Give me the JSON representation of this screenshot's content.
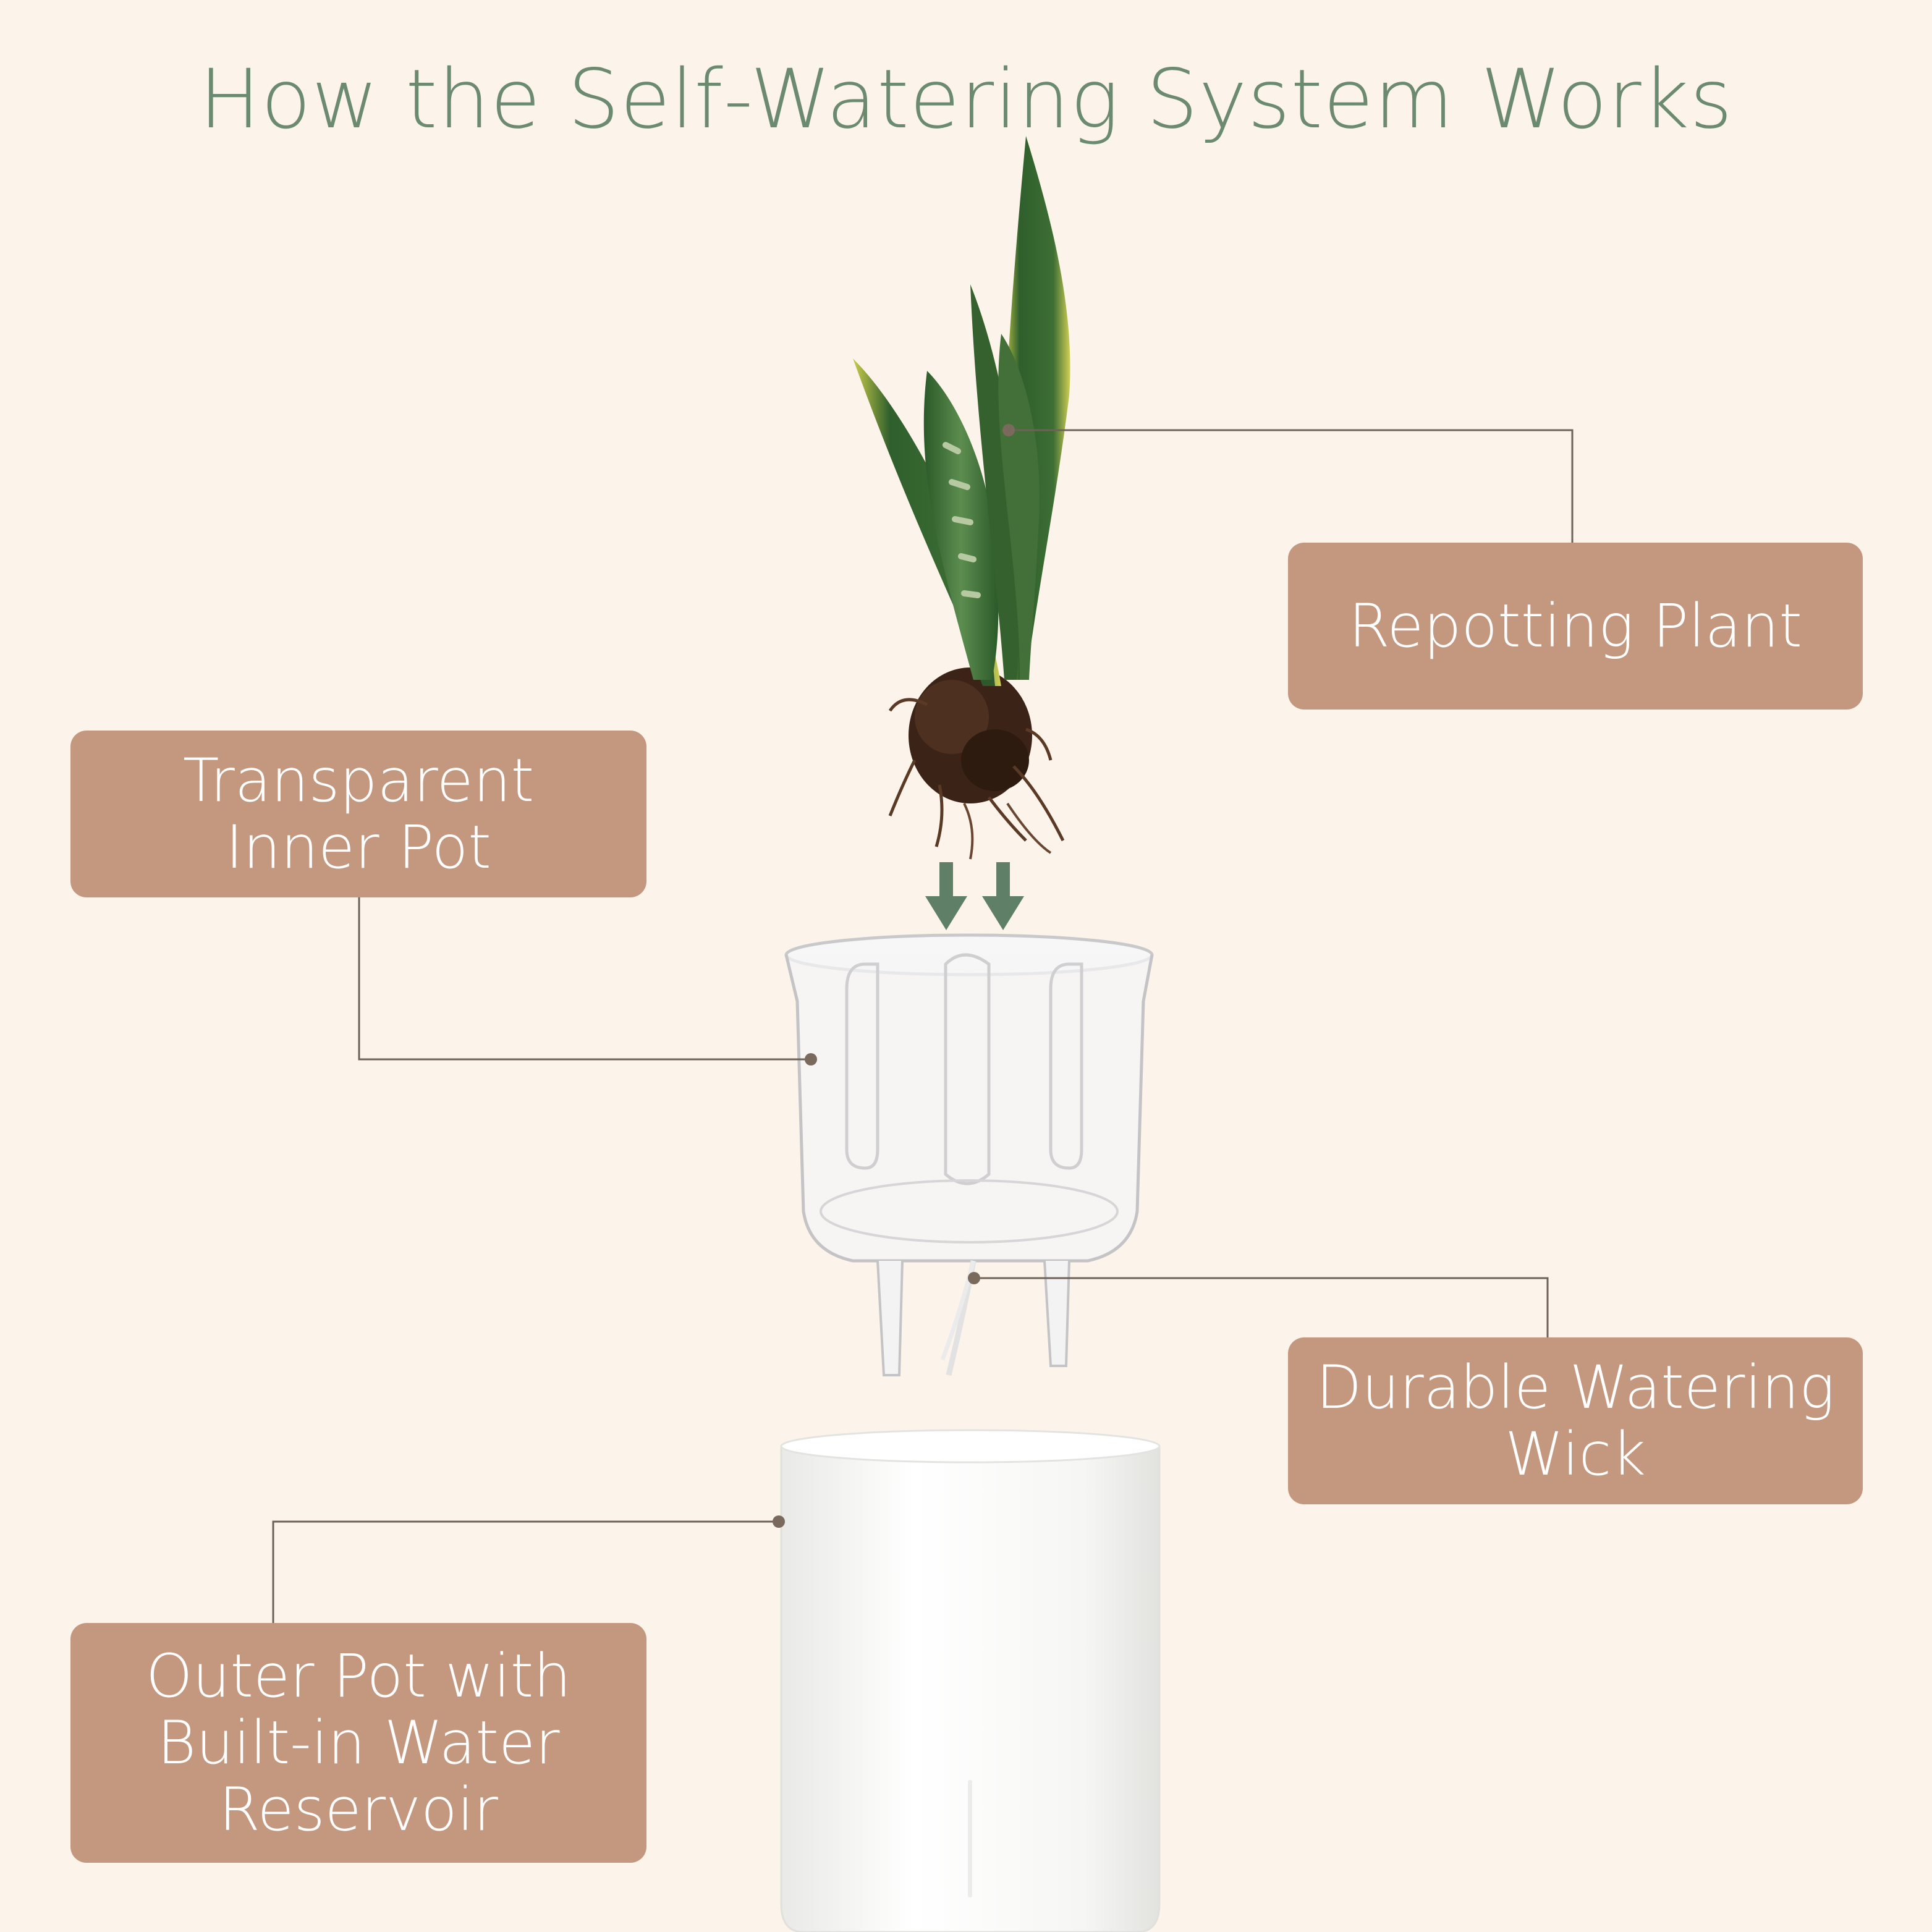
{
  "title": "How the Self-Watering System Works",
  "labels": {
    "repotting_plant": "Repotting Plant",
    "transparent_inner_pot": [
      "Transparent",
      "Inner Pot"
    ],
    "durable_watering_wick": [
      "Durable Watering",
      "Wick"
    ],
    "outer_pot": [
      "Outer Pot with",
      "Built-in Water",
      "Reservoir"
    ]
  },
  "colors": {
    "background": "#fcf4ea",
    "title": "#6b8a70",
    "label_box": "#c4977f",
    "label_text": "#ffffff",
    "leader_line": "#6e6258",
    "arrow": "#5f8066"
  }
}
